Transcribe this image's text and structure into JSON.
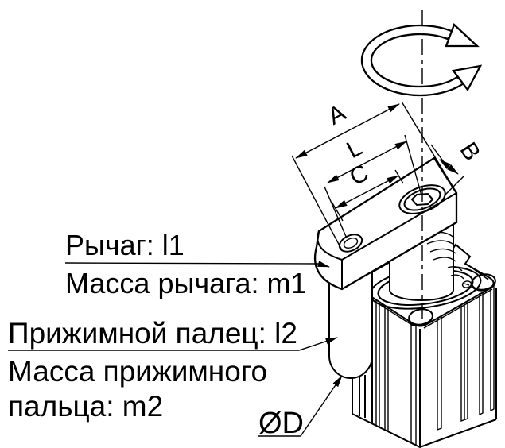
{
  "drawing": {
    "title": "swing-clamp-cylinder-technical-drawing",
    "labels": {
      "lever": "Рычаг: l1",
      "lever_mass": "Масса рычага: m1",
      "finger": "Прижимной палец: l2",
      "finger_mass_line1": "Масса прижимного",
      "finger_mass_line2": "пальца: m2",
      "diameter": "ØD"
    },
    "dimensions": {
      "a": "A",
      "l": "L",
      "c": "C",
      "b": "B"
    },
    "colors": {
      "line": "#000000",
      "background": "#ffffff"
    }
  }
}
